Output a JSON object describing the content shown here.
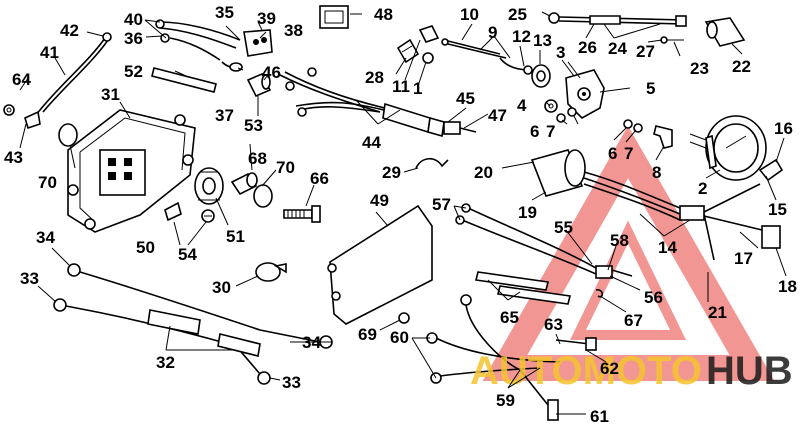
{
  "callouts": [
    "1",
    "2",
    "3",
    "4",
    "5",
    "6",
    "7",
    "8",
    "9",
    "10",
    "11",
    "12",
    "13",
    "14",
    "15",
    "16",
    "17",
    "18",
    "19",
    "20",
    "21",
    "22",
    "23",
    "24",
    "25",
    "26",
    "27",
    "28",
    "29",
    "30",
    "31",
    "32",
    "33",
    "34",
    "35",
    "36",
    "37",
    "38",
    "39",
    "40",
    "41",
    "42",
    "43",
    "44",
    "45",
    "46",
    "47",
    "48",
    "49",
    "50",
    "51",
    "52",
    "53",
    "54",
    "55",
    "56",
    "57",
    "58",
    "59",
    "60",
    "61",
    "62",
    "63",
    "64",
    "65",
    "66",
    "67",
    "68",
    "69",
    "70"
  ],
  "watermark": {
    "part1": "AUTOMOTO",
    "part2": "HUB",
    "color_accent": "#e8423c",
    "color_primary": "#f5c430",
    "color_dark": "#1a1a1a"
  }
}
